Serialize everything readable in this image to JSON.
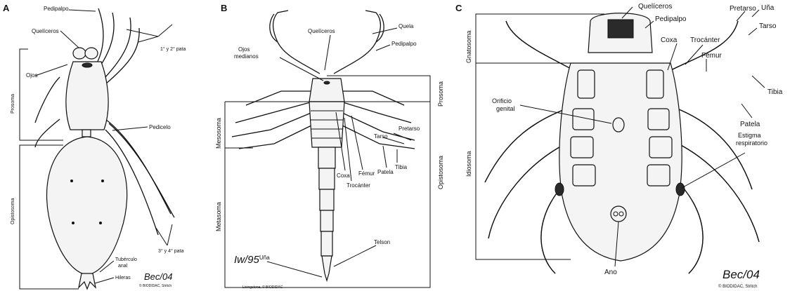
{
  "panels": {
    "A": {
      "letter": "A",
      "labels": {
        "pedipalpo": "Pedipalpo",
        "queliceros": "Quelíceros",
        "patas12": "1° y 2° pata",
        "ojos": "Ojos",
        "prosoma": "Prosoma",
        "pedicelo": "Pedicelo",
        "opistosoma": "Opistosoma",
        "patas34": "3° y 4° pata",
        "tuberculo": "Tubérculo",
        "anal": "anal",
        "hileras": "Hileras"
      },
      "signature": "Bec/04",
      "credit": "© BIODIDAC, Stritch"
    },
    "B": {
      "letter": "B",
      "labels": {
        "queliceros": "Quelíceros",
        "quela": "Quela",
        "pedipalpo": "Pedipalpo",
        "ojos1": "Ojos",
        "ojos2": "medianos",
        "prosoma": "Prosoma",
        "mesosoma": "Mesosoma",
        "opistosoma": "Opistosoma",
        "metasoma": "Metasoma",
        "pretarso": "Pretarso",
        "tarso": "Tarso",
        "tibia": "Tibia",
        "patela": "Patela",
        "femur": "Fémur",
        "coxa": "Coxa",
        "trocanter": "Trocánter",
        "una": "Uña",
        "telson": "Telson"
      },
      "signature": "Iw/95",
      "credit": "Livingstone, © BIODIDAC"
    },
    "C": {
      "letter": "C",
      "labels": {
        "queliceros": "Quelíceros",
        "pedipalpo": "Pedipalpo",
        "pretarso": "Pretarso",
        "una": "Uña",
        "tarso": "Tarso",
        "gnatosoma": "Gnatosoma",
        "coxa": "Coxa",
        "trocanter": "Trocánter",
        "femur": "Fémur",
        "tibia": "Tibia",
        "orificio1": "Orificio",
        "orificio2": "genital",
        "patela": "Patela",
        "estigma1": "Estigma",
        "estigma2": "respiratorio",
        "idiosoma": "Idiosoma",
        "ano": "Ano"
      },
      "signature": "Bec/04",
      "credit": "© BIODIDAC, Stritch"
    }
  }
}
